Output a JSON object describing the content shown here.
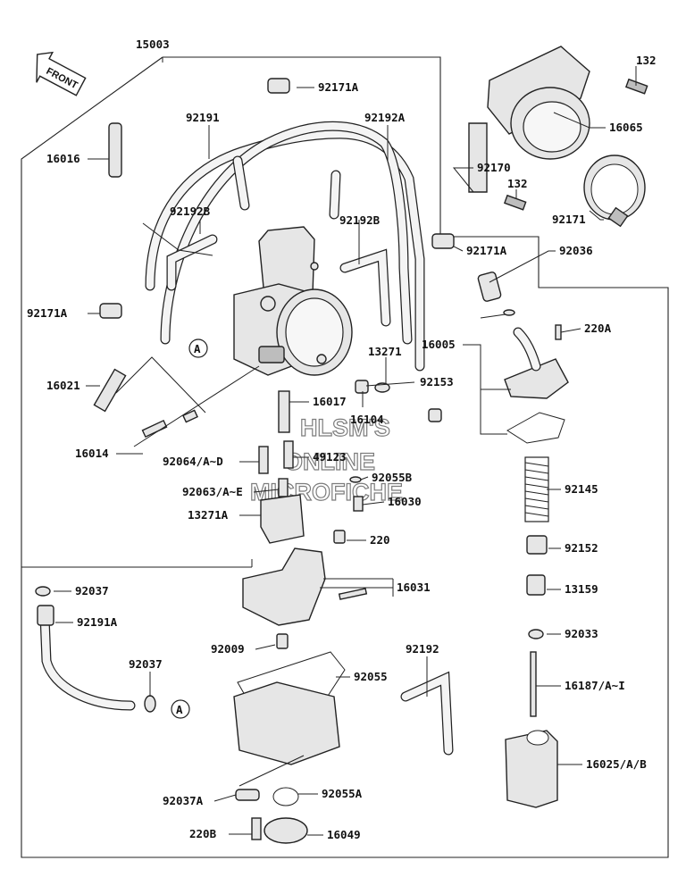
{
  "diagram": {
    "front_label": "FRONT",
    "watermark": [
      "HLSM'S",
      "ONLINE",
      "MICROFICHE"
    ],
    "part_labels": [
      {
        "id": "15003"
      },
      {
        "id": "132"
      },
      {
        "id": "92171A"
      },
      {
        "id": "92191"
      },
      {
        "id": "92192A"
      },
      {
        "id": "16065"
      },
      {
        "id": "16016"
      },
      {
        "id": "92170"
      },
      {
        "id": "132"
      },
      {
        "id": "92192B"
      },
      {
        "id": "92192B"
      },
      {
        "id": "92171"
      },
      {
        "id": "92171A"
      },
      {
        "id": "92036"
      },
      {
        "id": "92171A"
      },
      {
        "id": "220A"
      },
      {
        "id": "16005"
      },
      {
        "id": "13271"
      },
      {
        "id": "16021"
      },
      {
        "id": "92153"
      },
      {
        "id": "16017"
      },
      {
        "id": "16104"
      },
      {
        "id": "16014"
      },
      {
        "id": "49123"
      },
      {
        "id": "92064/A~D"
      },
      {
        "id": "92055B"
      },
      {
        "id": "92145"
      },
      {
        "id": "92063/A~E"
      },
      {
        "id": "16030"
      },
      {
        "id": "13271A"
      },
      {
        "id": "220"
      },
      {
        "id": "92152"
      },
      {
        "id": "16031"
      },
      {
        "id": "13159"
      },
      {
        "id": "92037"
      },
      {
        "id": "92191A"
      },
      {
        "id": "92009"
      },
      {
        "id": "92192"
      },
      {
        "id": "92033"
      },
      {
        "id": "92037"
      },
      {
        "id": "92055"
      },
      {
        "id": "16187/A~I"
      },
      {
        "id": "16025/A/B"
      },
      {
        "id": "92037A"
      },
      {
        "id": "92055A"
      },
      {
        "id": "220B"
      },
      {
        "id": "16049"
      }
    ],
    "reference_markers": [
      "A",
      "A"
    ]
  }
}
